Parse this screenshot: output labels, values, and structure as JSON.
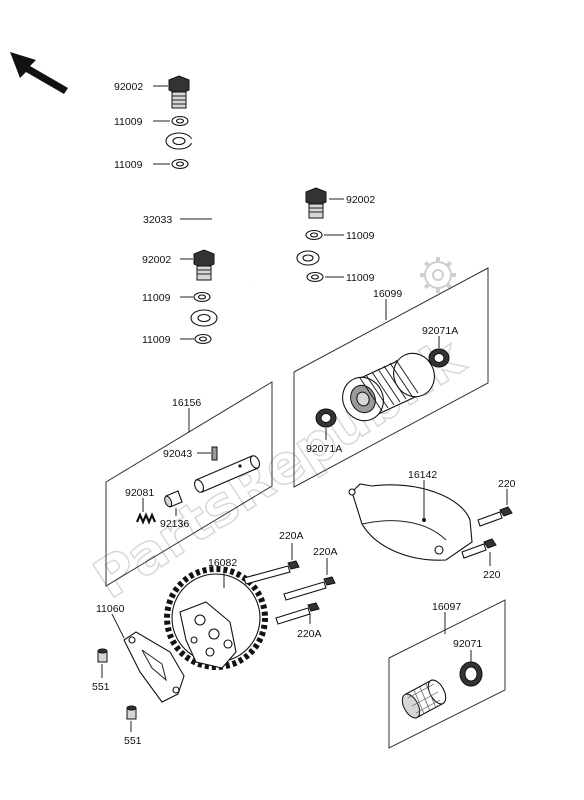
{
  "watermark": "PartsRepublik",
  "labels": {
    "b92002_top": "92002",
    "w11009_a": "11009",
    "w11009_b": "11009",
    "pipe": "32033",
    "b92002_right": "92002",
    "w11009_c": "11009",
    "b92002_mid": "92002",
    "w11009_d": "11009",
    "w11009_e": "11009",
    "w11009_f": "11009",
    "filter": "16099",
    "oring_top": "92071A",
    "oring_bot": "92071A",
    "shaft": "16156",
    "pin": "92043",
    "spring": "92081",
    "collar": "92136",
    "cover": "16142",
    "bolt220_a": "220",
    "bolt220_b": "220",
    "pump": "16082",
    "bolt220A_a": "220A",
    "bolt220A_b": "220A",
    "bolt220A_c": "220A",
    "plate": "11060",
    "dowel_a": "551",
    "dowel_b": "551",
    "screen": "16097",
    "oring_screen": "92071"
  }
}
